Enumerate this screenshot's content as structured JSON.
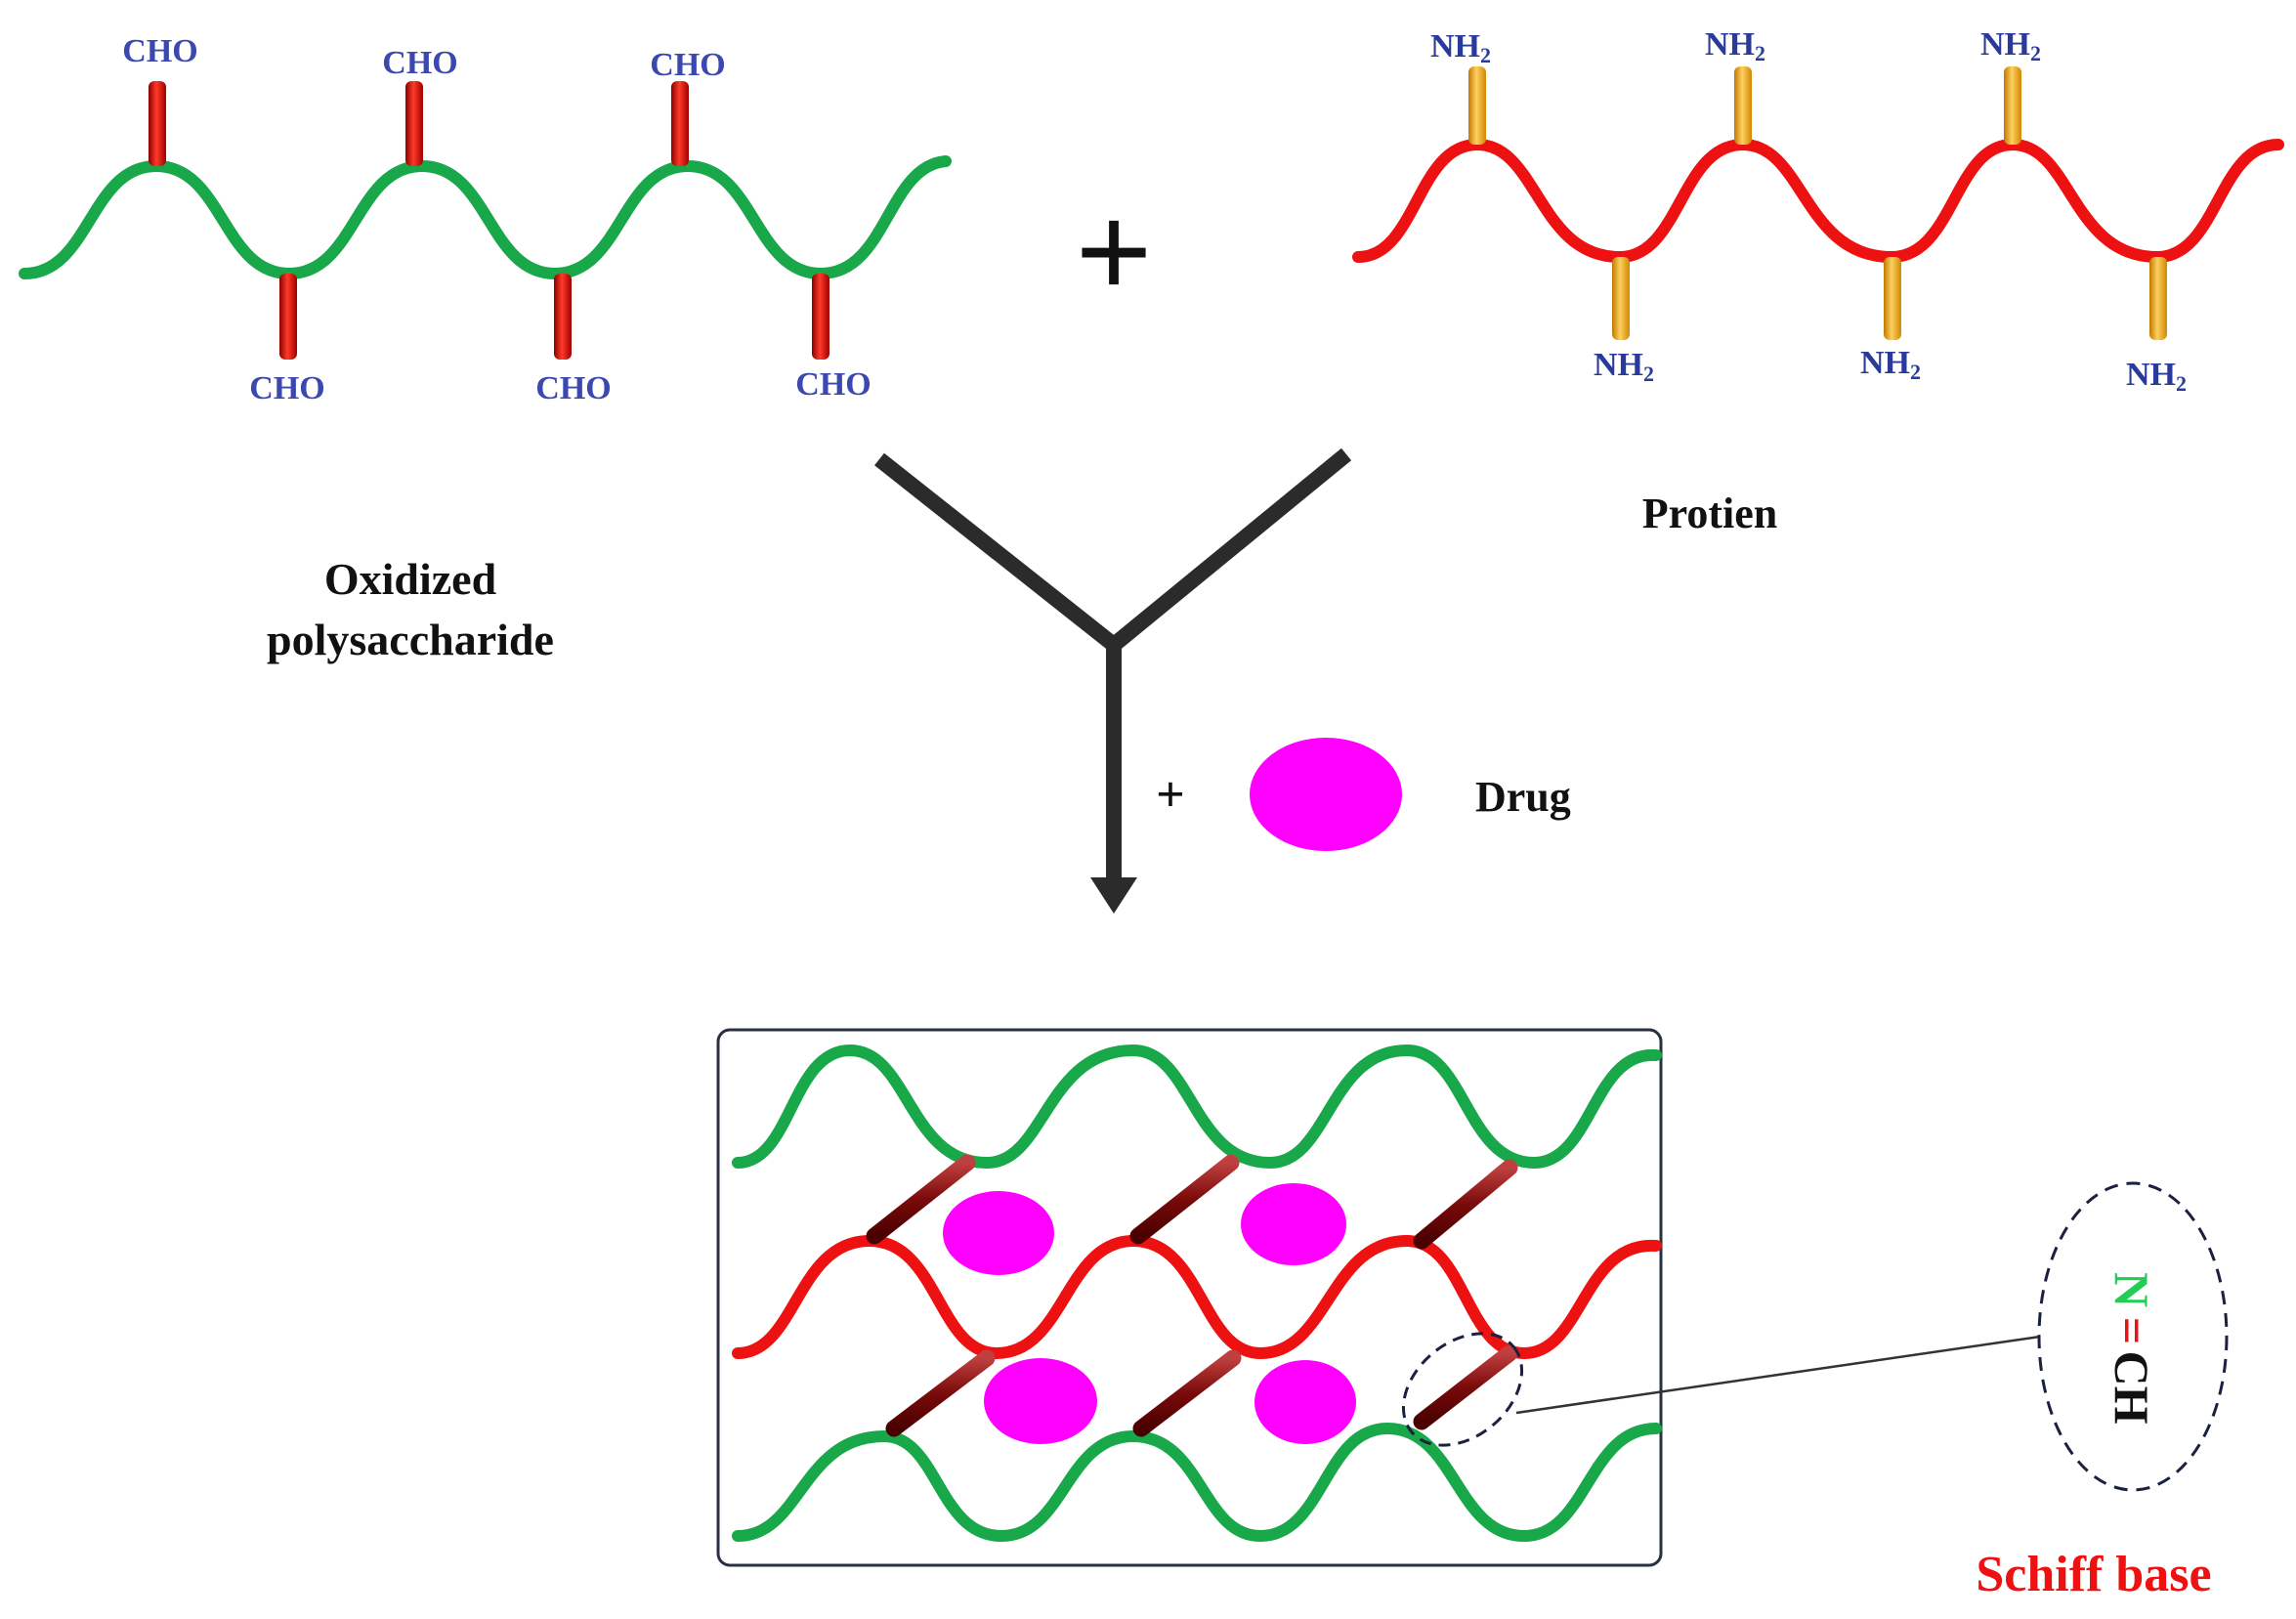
{
  "labels": {
    "cho": "CHO",
    "nh2": "NH",
    "nh2_sub": "2",
    "oxidized_line1": "Oxidized",
    "oxidized_line2": "polysaccharide",
    "protein": "Protien",
    "plus_big": "+",
    "plus_small": "+",
    "drug": "Drug",
    "schiff_base": "Schiff base",
    "bond_n": "N",
    "bond_eq": "=",
    "bond_ch": "CH"
  },
  "colors": {
    "polysaccharide": "#18a84a",
    "protein": "#ee1111",
    "cho_rod": "#dd1111",
    "nh2_rod": "#f0a818",
    "crosslink": "#8b1010",
    "drug": "#ff00ff",
    "label_blue": "#3a48b0",
    "nh2_text": "#2a3a9a",
    "schiff_text": "#ee1111",
    "n_green": "#22cc55",
    "arrow": "#2b2b2b"
  }
}
